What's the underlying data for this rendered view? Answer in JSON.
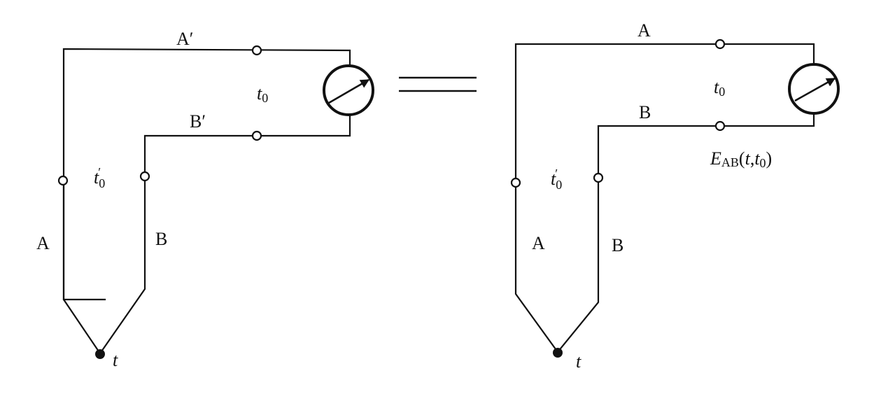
{
  "left_circuit": {
    "top_wire_label": "A′",
    "bottom_wire_label": "B′",
    "cold_junction_label": "t",
    "cold_junction_sub": "0",
    "ref_junction_label": "t",
    "ref_junction_sub": "0",
    "ref_junction_prime": "′",
    "lead_a_label": "A",
    "lead_b_label": "B",
    "hot_junction_label": "t"
  },
  "equivalence_symbol": "equals",
  "right_circuit": {
    "top_wire_label": "A",
    "bottom_wire_label": "B",
    "cold_junction_label": "t",
    "cold_junction_sub": "0",
    "ref_junction_label": "t",
    "ref_junction_sub": "0",
    "ref_junction_prime": "′",
    "lead_a_label": "A",
    "lead_b_label": "B",
    "hot_junction_label": "t",
    "emf": {
      "symbol": "E",
      "subscript": "AB",
      "open": "(",
      "arg1": "t",
      "comma": ",",
      "arg2": "t",
      "arg2_sub": "0",
      "close": ")"
    }
  },
  "colors": {
    "ink": "#111111",
    "background": "#ffffff"
  }
}
